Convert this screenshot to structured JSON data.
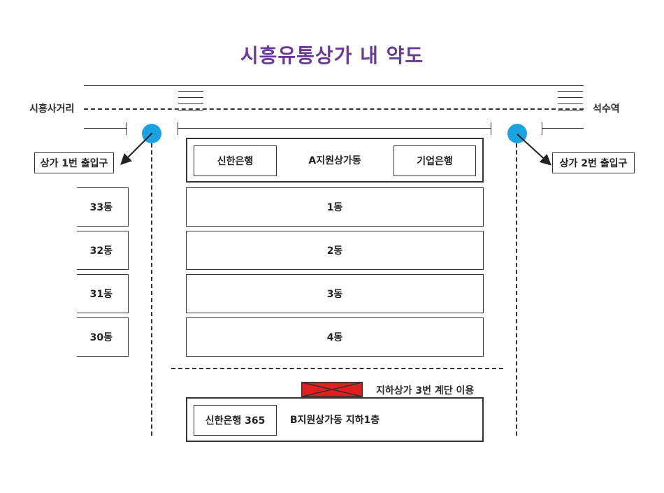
{
  "title": "시흥유통상가 내 약도",
  "roads": {
    "left_label": "시흥사거리",
    "right_label": "석수역"
  },
  "entrances": {
    "left": "상가 1번 출입구",
    "right": "상가 2번 출입구",
    "marker_color": "#1aa3e0"
  },
  "building_a": {
    "name": "A지원상가동",
    "left_tenant": "신한은행",
    "right_tenant": "기업은행"
  },
  "center_blocks": [
    "1동",
    "2동",
    "3동",
    "4동"
  ],
  "side_blocks": [
    "33동",
    "32동",
    "31동",
    "30동"
  ],
  "stairs": {
    "label": "지하상가 3번 계단 이용",
    "color": "#e02020"
  },
  "building_b": {
    "name": "B지원상가동 지하1층",
    "tenant": "신한은행 365"
  },
  "accent_color": "#6b3a96"
}
